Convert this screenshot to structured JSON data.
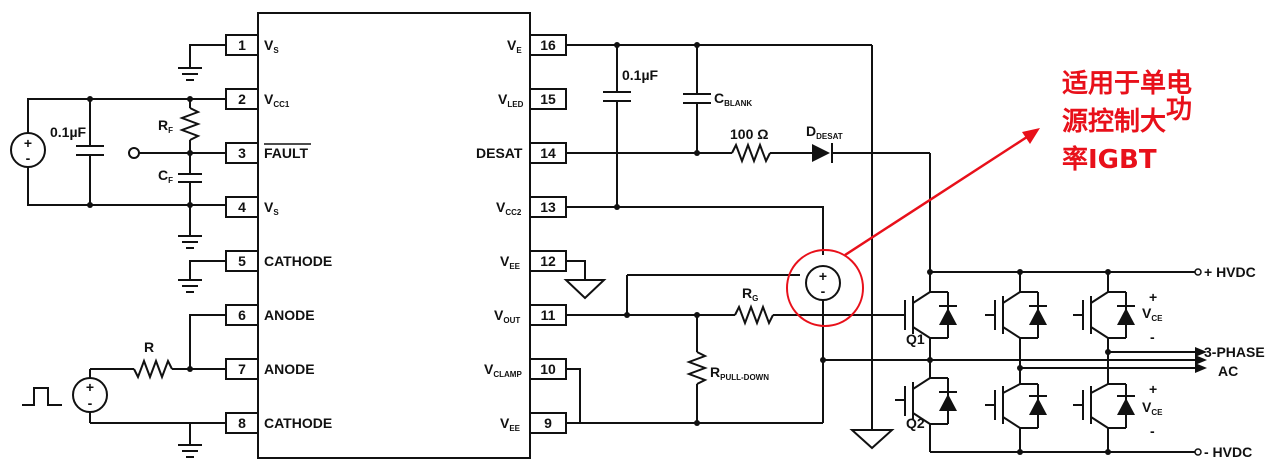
{
  "pins_left": [
    {
      "num": "1",
      "label": "V",
      "sub": "S"
    },
    {
      "num": "2",
      "label": "V",
      "sub": "CC1"
    },
    {
      "num": "3",
      "label": "FAULT",
      "sub": ""
    },
    {
      "num": "4",
      "label": "V",
      "sub": "S"
    },
    {
      "num": "5",
      "label": "CATHODE",
      "sub": ""
    },
    {
      "num": "6",
      "label": "ANODE",
      "sub": ""
    },
    {
      "num": "7",
      "label": "ANODE",
      "sub": ""
    },
    {
      "num": "8",
      "label": "CATHODE",
      "sub": ""
    }
  ],
  "pins_right": [
    {
      "num": "16",
      "label": "V",
      "sub": "E"
    },
    {
      "num": "15",
      "label": "V",
      "sub": "LED"
    },
    {
      "num": "14",
      "label": "DESAT",
      "sub": ""
    },
    {
      "num": "13",
      "label": "V",
      "sub": "CC2"
    },
    {
      "num": "12",
      "label": "V",
      "sub": "EE"
    },
    {
      "num": "11",
      "label": "V",
      "sub": "OUT"
    },
    {
      "num": "10",
      "label": "V",
      "sub": "CLAMP"
    },
    {
      "num": "9",
      "label": "V",
      "sub": "EE"
    }
  ],
  "components": {
    "cap_left": "0.1µF",
    "rf_main": "R",
    "rf_sub": "F",
    "cf_main": "C",
    "cf_sub": "F",
    "r_input": "R",
    "cap_top": "0.1µF",
    "cblank_main": "C",
    "cblank_sub": "BLANK",
    "r_desat": "100 Ω",
    "ddesat_main": "D",
    "ddesat_sub": "DESAT",
    "rg_main": "R",
    "rg_sub": "G",
    "rpd_main": "R",
    "rpd_sub": "PULL-DOWN",
    "q1": "Q1",
    "q2": "Q2",
    "vce_top_main": "V",
    "vce_top_sub": "CE",
    "vce_bot_main": "V",
    "vce_bot_sub": "CE",
    "plus": "+",
    "minus": "-"
  },
  "rails": {
    "hvdc_pos": "+ HVDC",
    "hvdc_neg": "- HVDC",
    "phase_line1": "3-PHASE",
    "phase_line2": "AC"
  },
  "annotation": {
    "line1": "适用于单电",
    "line2": "源控制大",
    "line2_tail": "功",
    "line3": "率IGBT",
    "color": "#e8101a"
  }
}
